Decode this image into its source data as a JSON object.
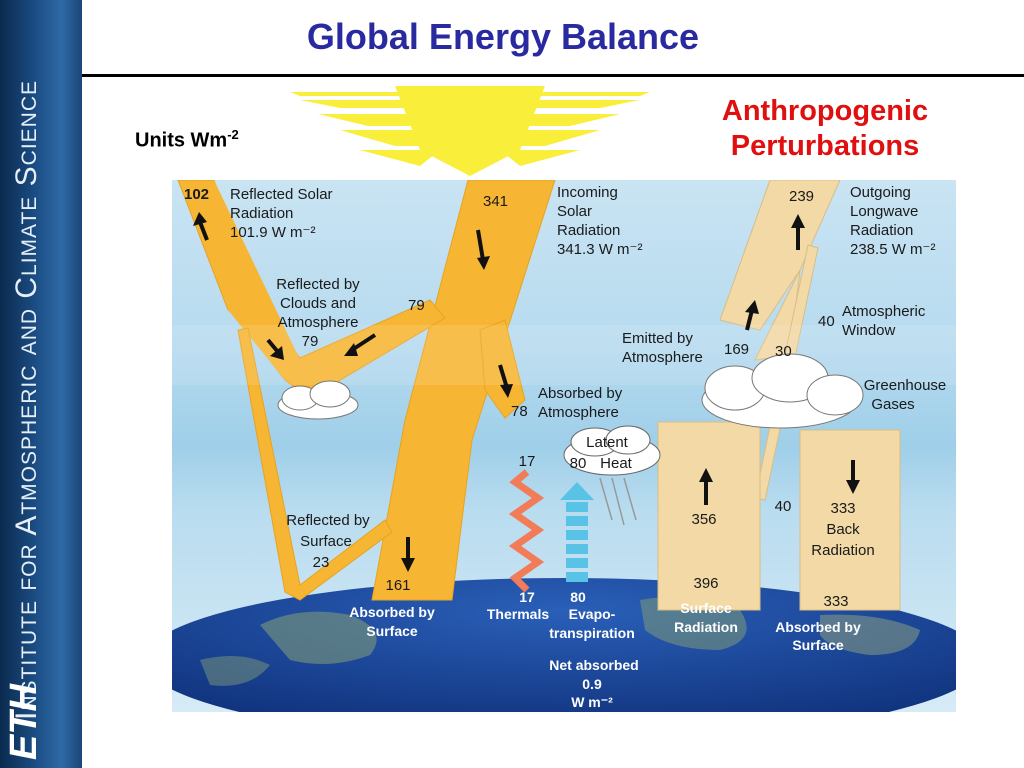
{
  "slide": {
    "title": "Global Energy Balance",
    "units_prefix": "Units Wm",
    "units_exp": "-2",
    "anthro_line1": "Anthropogenic",
    "anthro_line2": "Perturbations",
    "sidebar_text": "Institute for Atmospheric and Climate Science",
    "logo": "ETH"
  },
  "diagram": {
    "reflected_solar": {
      "value": "102",
      "l1": "Reflected Solar",
      "l2": "Radiation",
      "l3": "101.9 W m⁻²"
    },
    "incoming_solar": {
      "value": "341",
      "l1": "Incoming",
      "l2": "Solar",
      "l3": "Radiation",
      "l4": "341.3 W m⁻²"
    },
    "outgoing_lw": {
      "value": "239",
      "l1": "Outgoing",
      "l2": "Longwave",
      "l3": "Radiation",
      "l4": "238.5 W m⁻²"
    },
    "reflected_clouds": {
      "l1": "Reflected by",
      "l2": "Clouds and",
      "l3": "Atmosphere",
      "value": "79",
      "arrow_value": "79"
    },
    "atmospheric_window": {
      "value": "40",
      "l1": "Atmospheric",
      "l2": "Window"
    },
    "emitted_atm": {
      "l1": "Emitted by",
      "l2": "Atmosphere",
      "value": "169",
      "value2": "30"
    },
    "greenhouse": {
      "l1": "Greenhouse",
      "l2": "Gases"
    },
    "absorbed_atm": {
      "value": "78",
      "l1": "Absorbed by",
      "l2": "Atmosphere"
    },
    "latent_heat": {
      "l1": "Latent",
      "value": "80",
      "l2": "Heat"
    },
    "thermals": {
      "top": "17",
      "value": "17",
      "label": "Thermals"
    },
    "evapo": {
      "value": "80",
      "l1": "Evapo-",
      "l2": "transpiration"
    },
    "surface_rad": {
      "up": "356",
      "window": "40",
      "value": "396",
      "l1": "Surface",
      "l2": "Radiation"
    },
    "back_rad": {
      "value": "333",
      "l1": "Back",
      "l2": "Radiation",
      "bottom": "333"
    },
    "absorbed_surface_right": {
      "l1": "Absorbed by",
      "l2": "Surface"
    },
    "reflected_surface": {
      "l1": "Reflected by",
      "l2": "Surface",
      "value": "23"
    },
    "absorbed_surface_left": {
      "value": "161",
      "l1": "Absorbed by",
      "l2": "Surface"
    },
    "net_absorbed": {
      "l1": "Net absorbed",
      "value": "0.9",
      "unit": "W m⁻²"
    }
  },
  "colors": {
    "title": "#2a2aa0",
    "anthro": "#e01010",
    "solar_flow": "#f6b533",
    "longwave_flow": "#f2d9a6",
    "sky": "#c6e2f2",
    "ocean": "#173e93"
  }
}
